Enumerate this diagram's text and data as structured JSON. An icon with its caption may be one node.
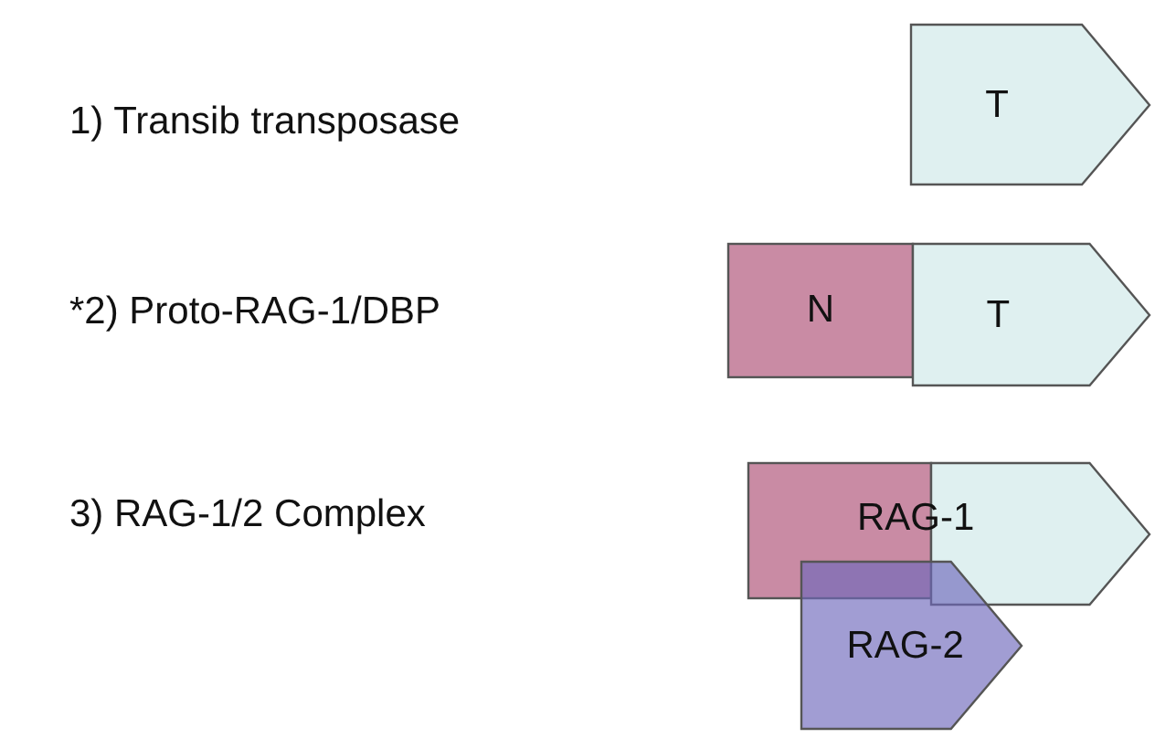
{
  "diagram": {
    "nodes": [
      {
        "text": [
          "T"
        ]
      },
      {
        "text": [
          "N"
        ]
      },
      {
        "text": [
          "T"
        ]
      },
      {
        "text": [],
        "shape": "box"
      },
      {
        "text": [],
        "shape": "pentagon"
      },
      {
        "text": [
          "RAG-2"
        ]
      }
    ],
    "labels": [
      "1) Transib transposase",
      "*2) Proto-RAG-1/DBP",
      "3) RAG-1/2 Complex",
      "RAG-1"
    ]
  }
}
